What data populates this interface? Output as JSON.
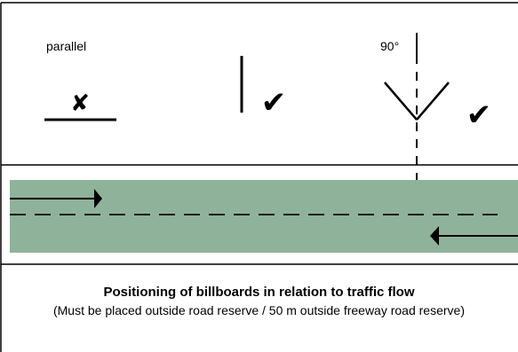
{
  "labels": {
    "parallel": "parallel",
    "ninety": "90°"
  },
  "marks": {
    "cross": "✘",
    "check": "✔"
  },
  "caption": {
    "title": "Positioning of billboards in relation to traffic flow",
    "note": "(Must be placed outside road reserve / 50 m outside freeway road reserve)"
  },
  "colors": {
    "road": "#8fb39a",
    "line": "#000000",
    "background": "#ffffff"
  }
}
